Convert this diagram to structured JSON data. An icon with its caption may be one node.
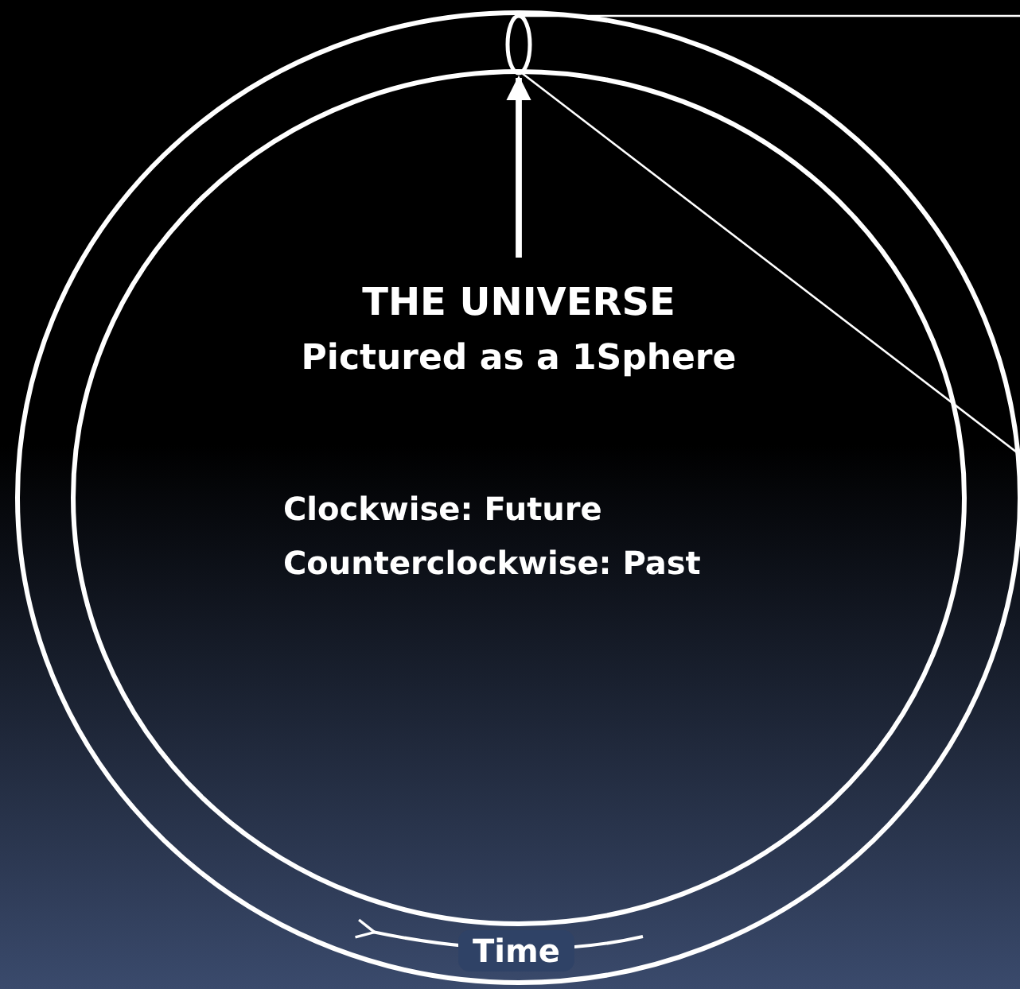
{
  "diagram": {
    "nodes": [
      {
        "text": [],
        "shape": "ellipse"
      },
      {
        "text": [
          "THE UNIVERSE",
          "Pictured as a 1Sphere"
        ]
      }
    ],
    "edges": [
      {
        "from": 1,
        "to": 0,
        "arrow": "to",
        "style": "thick"
      },
      {
        "from": 0,
        "to": null,
        "arrow": "none"
      },
      {
        "from": 0,
        "to": null,
        "arrow": "none"
      }
    ],
    "labels": [
      "Clockwise: Future",
      "Counterclockwise: Past",
      "Time"
    ]
  }
}
